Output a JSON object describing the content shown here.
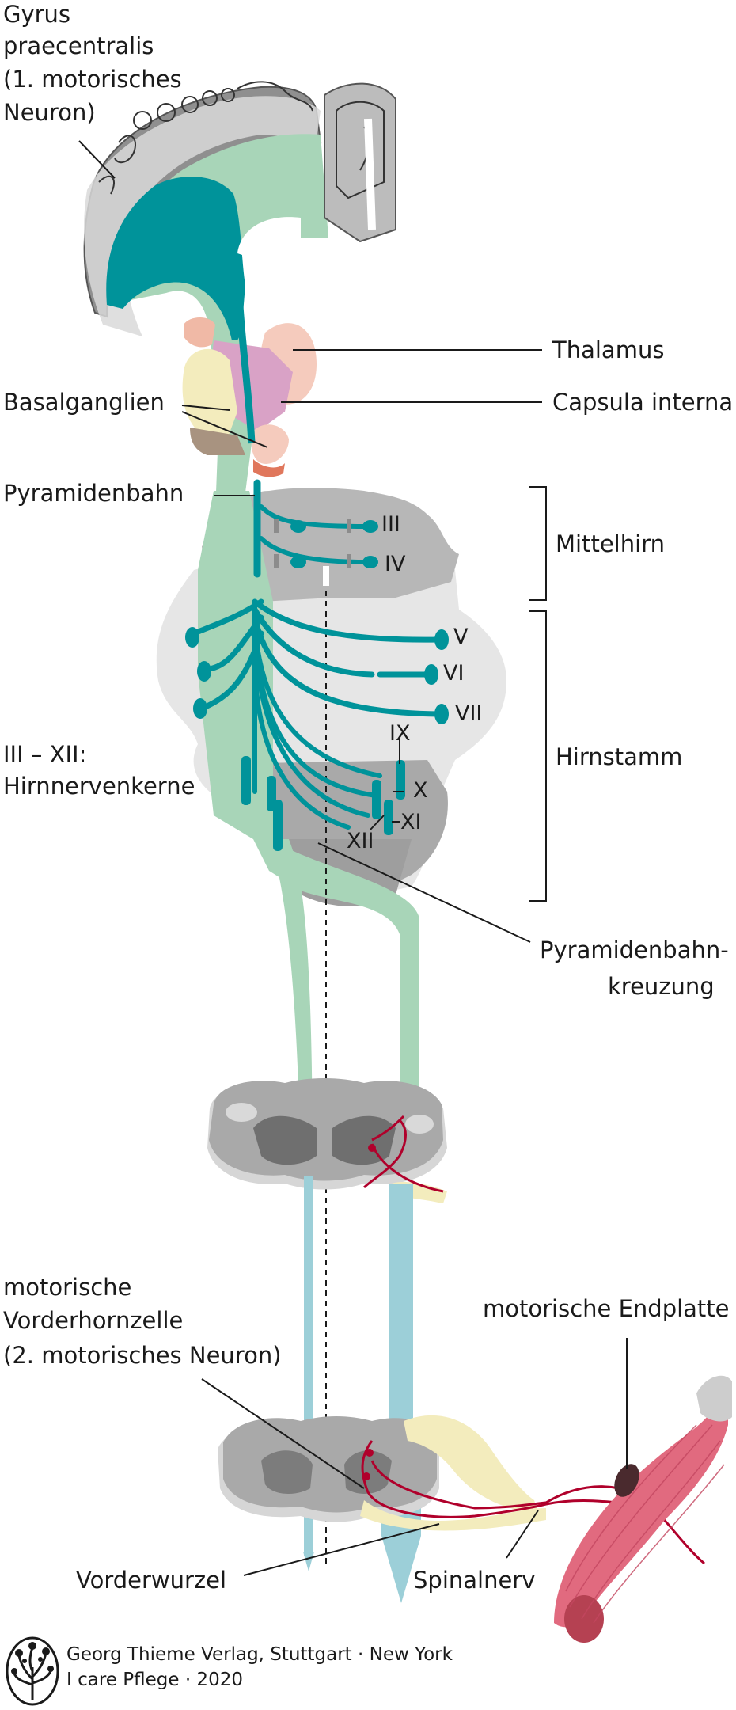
{
  "labels": {
    "gyrus": [
      "Gyrus",
      "praecentralis",
      "(1. motorisches",
      "Neuron)"
    ],
    "thalamus": "Thalamus",
    "capsula_interna": "Capsula interna",
    "basalganglien": "Basalganglien",
    "pyramidenbahn": "Pyramidenbahn",
    "mittelhirn": "Mittelhirn",
    "hirnnervenkerne": [
      "III – XII:",
      "Hirnnervenkerne"
    ],
    "hirnstamm": "Hirnstamm",
    "pyramidenbahnkreuzung": [
      "Pyramidenbahn-",
      "kreuzung"
    ],
    "vorderhornzelle": [
      "motorische",
      "Vorderhornzelle",
      "(2. motorisches Neuron)"
    ],
    "endplatte": "motorische Endplatte",
    "vorderwurzel": "Vorderwurzel",
    "spinalnerv": "Spinalnerv"
  },
  "cranial_nerves": {
    "III": "III",
    "IV": "IV",
    "V": "V",
    "VI": "VI",
    "VII": "VII",
    "IX": "IX",
    "X": "X",
    "XI": "XI",
    "XII": "XII"
  },
  "credit": {
    "line1": "Georg Thieme Verlag, Stuttgart · New York",
    "line2": "I care Pflege · 2020"
  },
  "colors": {
    "motor_tract_green": "#a8d5b8",
    "nerve_teal": "#00939a",
    "spinal_blue": "#9ccfd8",
    "brain_gray": "#b9b9b9",
    "thalamus_peach": "#f5cbbd",
    "capsula_pink": "#d9a2c6",
    "basal_yellow": "#f3ecbd",
    "muscle_red": "#e16a7f",
    "axon_red": "#b0002b"
  }
}
